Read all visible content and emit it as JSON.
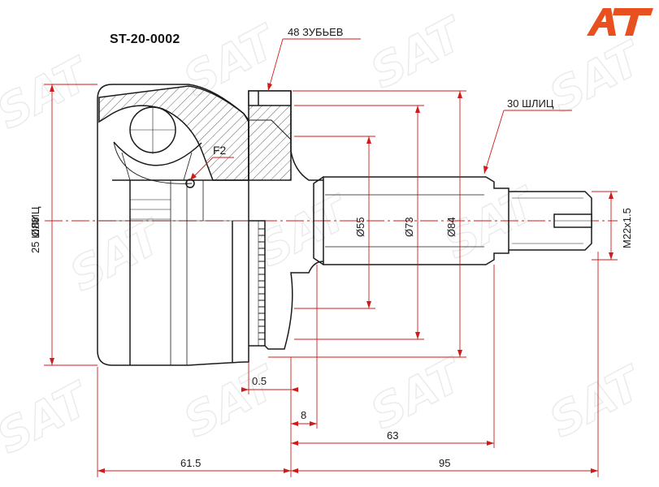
{
  "part_number": "ST-20-0002",
  "logo": {
    "text": "AT",
    "color": "#e8501f"
  },
  "watermark": {
    "text": "SAT",
    "color": "#d9d9d9"
  },
  "colors": {
    "outline": "#1a1a1a",
    "dimension": "#d11a1a",
    "centerline": "#d11a1a"
  },
  "callouts": {
    "teeth": "48 ЗУБЬЕВ",
    "output_splines": "30 ШЛИЦ",
    "inner_splines": "25 ШЛИЦ",
    "boot": "F2"
  },
  "dimensions": {
    "outer_diameter": "Ø88",
    "d55": "Ø55",
    "d73": "Ø73",
    "d84": "Ø84",
    "thread": "M22x1.5",
    "gap": "0.5",
    "collar": "8",
    "spline_length": "63",
    "stub_length": "95",
    "body_length": "61.5"
  }
}
